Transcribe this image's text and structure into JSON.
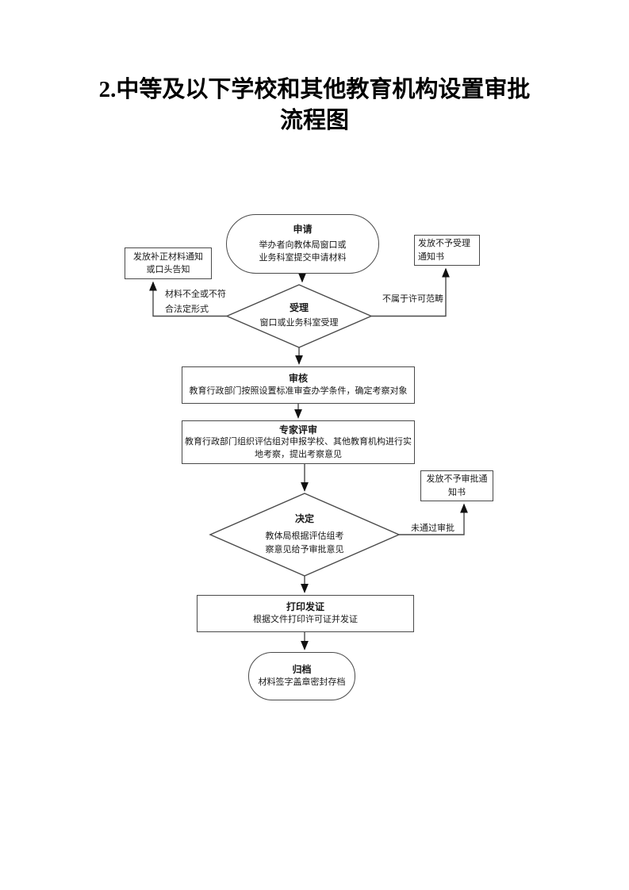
{
  "title": {
    "line1": "2.中等及以下学校和其他教育机构设置审批",
    "line2": "流程图"
  },
  "colors": {
    "line": "#4a4a4a",
    "text": "#1a1a1a",
    "background": "#ffffff"
  },
  "flowchart": {
    "nodes": {
      "apply": {
        "type": "terminator",
        "label": "申请",
        "desc": "举办者向教体局窗口或业务科室提交申请材料"
      },
      "notify_correction": {
        "type": "process",
        "text": "发放补正材料通知或口头告知"
      },
      "notify_rejection": {
        "type": "process",
        "text": "发放不予受理通知书"
      },
      "accept": {
        "type": "decision",
        "label": "受理",
        "desc": "窗口或业务科室受理"
      },
      "review": {
        "type": "process",
        "label": "审核",
        "desc": "教育行政部门按照设置标准审查办学条件，确定考察对象"
      },
      "expert": {
        "type": "process",
        "label": "专家评审",
        "desc": "教育行政部门组织评估组对申报学校、其他教育机构进行实地考察，提出考察意见"
      },
      "decision": {
        "type": "decision",
        "label": "决定",
        "desc": "教体局根据评估组考察意见给予审批意见"
      },
      "notify_disapproval": {
        "type": "process",
        "text": "发放不予审批通知书"
      },
      "print": {
        "type": "process",
        "label": "打印发证",
        "desc": "根据文件打印许可证并发证"
      },
      "archive": {
        "type": "terminator",
        "label": "归档",
        "desc": "材料签字盖章密封存档"
      }
    },
    "edge_labels": {
      "incomplete": "材料不全或不符合法定形式",
      "outside_scope": "不属于许可范畴",
      "not_approved": "未通过审批"
    },
    "edges": [
      {
        "from": "apply",
        "to": "accept"
      },
      {
        "from": "accept",
        "to": "notify_correction",
        "label": "材料不全或不符合法定形式"
      },
      {
        "from": "accept",
        "to": "notify_rejection",
        "label": "不属于许可范畴"
      },
      {
        "from": "accept",
        "to": "review"
      },
      {
        "from": "review",
        "to": "expert"
      },
      {
        "from": "expert",
        "to": "decision"
      },
      {
        "from": "decision",
        "to": "notify_disapproval",
        "label": "未通过审批"
      },
      {
        "from": "decision",
        "to": "print"
      },
      {
        "from": "print",
        "to": "archive"
      }
    ]
  }
}
